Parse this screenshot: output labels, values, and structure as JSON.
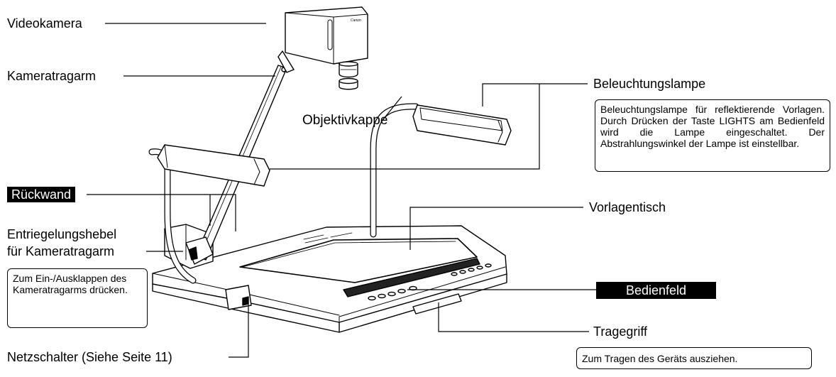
{
  "labels": {
    "videokamera": "Videokamera",
    "kameratragarm": "Kameratragarm",
    "objektivkappe": "Objektivkappe",
    "beleuchtungslampe": "Beleuchtungslampe",
    "rueckwand": "Rückwand",
    "entriegelung_line1": "Entriegelungshebel",
    "entriegelung_line2": "für Kameratragarm",
    "vorlagentisch": "Vorlagentisch",
    "bedienfeld": "Bedienfeld",
    "tragegriff": "Tragegriff",
    "netzschalter": "Netzschalter (Siehe Seite 11)",
    "brand": "Canon"
  },
  "notes": {
    "lamp": "Beleuchtungslampe für reflektierende Vorlagen. Durch Drücken der Taste LIGHTS am Bedienfeld wird die Lampe eingeschaltet. Der Abstrahlungswinkel der Lampe ist einstellbar.",
    "lever": "Zum Ein-/Ausklappen des Kameratragarms drücken.",
    "handle": "Zum Tragen des Geräts ausziehen."
  }
}
